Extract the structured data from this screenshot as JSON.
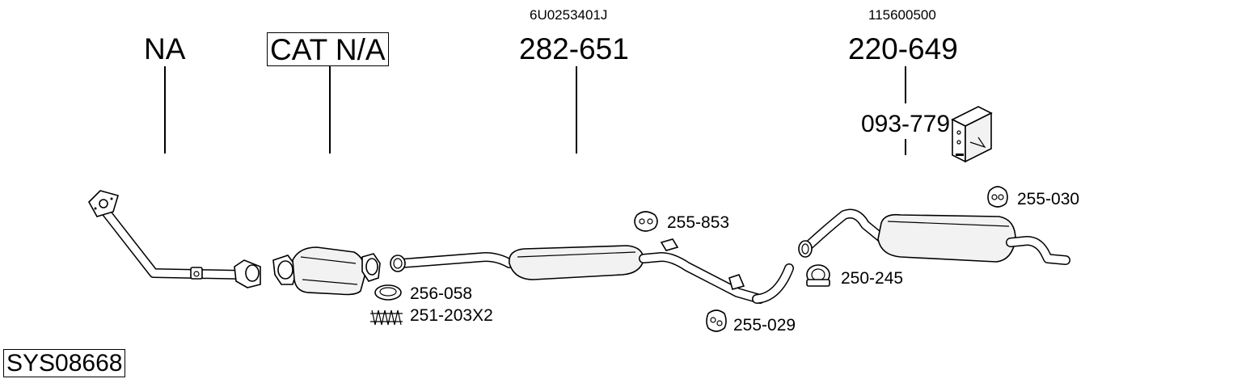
{
  "diagram": {
    "system_code": "SYS08668",
    "parts": {
      "front_pipe": {
        "label": "NA"
      },
      "catalyst": {
        "label": "CAT N/A"
      },
      "middle_silencer": {
        "label": "282-651",
        "oe_number": "6U0253401J"
      },
      "rear_silencer": {
        "label": "220-649",
        "oe_number": "115600500"
      },
      "mounting_kit": {
        "label": "093-779"
      }
    },
    "accessories": {
      "gasket": "256-058",
      "springs": "251-203X2",
      "rubber_mount_mid": "255-853",
      "rubber_mount_lower": "255-029",
      "clamp": "250-245",
      "rubber_mount_rear": "255-030"
    }
  }
}
